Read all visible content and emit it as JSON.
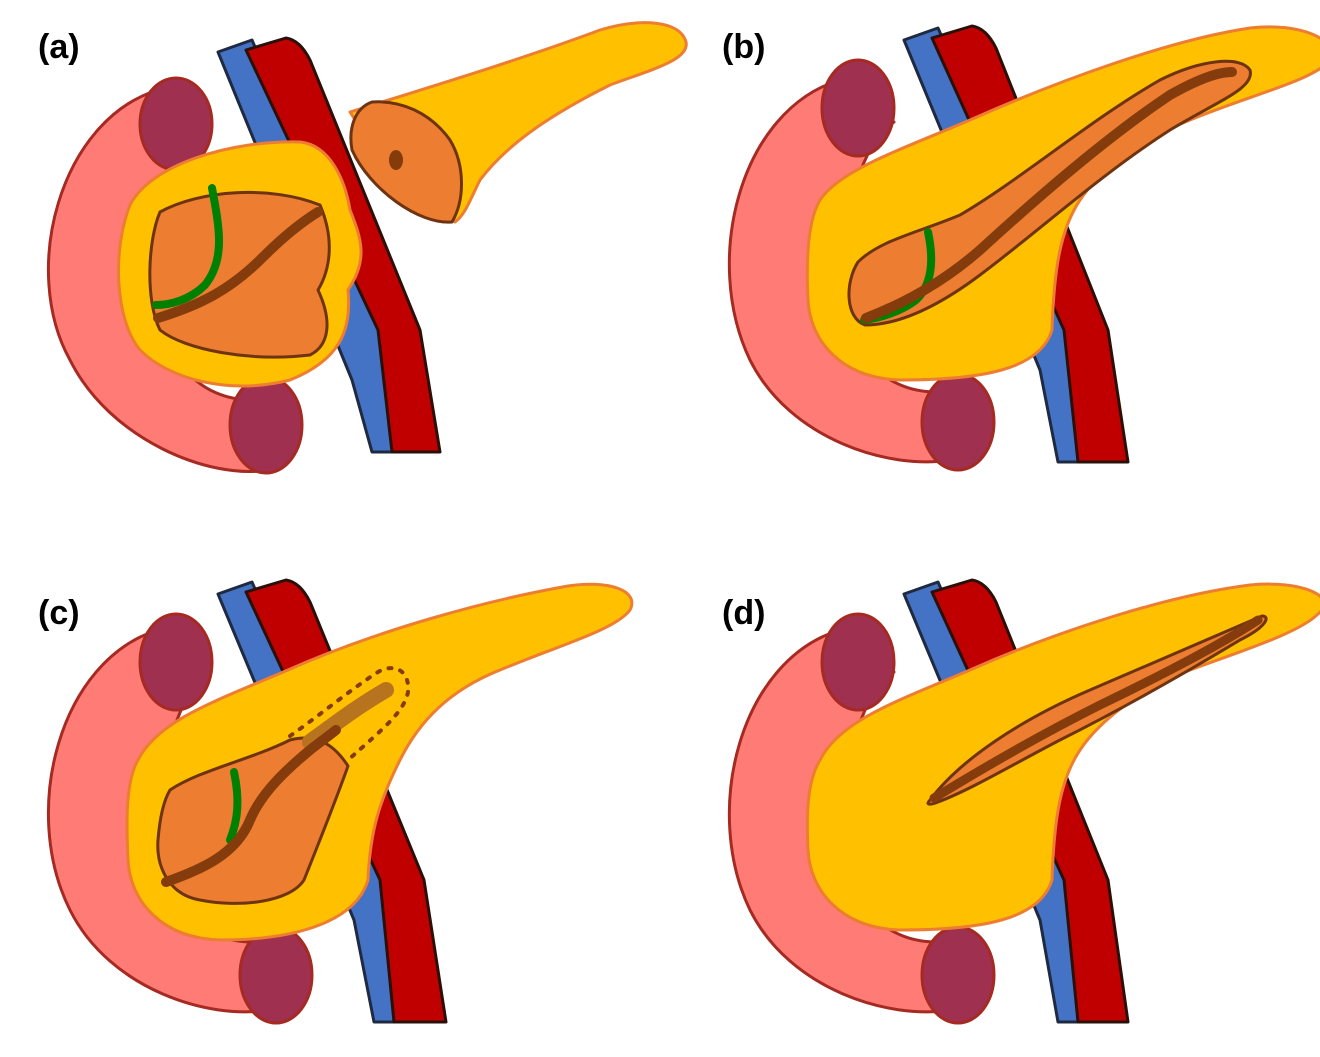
{
  "figure": {
    "panels": [
      {
        "label": "(a)",
        "name": "panel-a"
      },
      {
        "label": "(b)",
        "name": "panel-b"
      },
      {
        "label": "(c)",
        "name": "panel-c"
      },
      {
        "label": "(d)",
        "name": "panel-d"
      }
    ]
  },
  "colors": {
    "duodenum": "#ff7b76",
    "duodenum_stroke": "#a52a22",
    "duodenal_opening": "#9f3050",
    "vein": "#4472c4",
    "artery": "#c00000",
    "vessel_stroke": "#2a1008",
    "pancreas": "#ffc000",
    "pancreas_stroke": "#ed7d31",
    "resected_tissue": "#ed7d31",
    "resected_stroke": "#6e3412",
    "main_duct": "#843c0c",
    "bile_duct": "#008000"
  }
}
